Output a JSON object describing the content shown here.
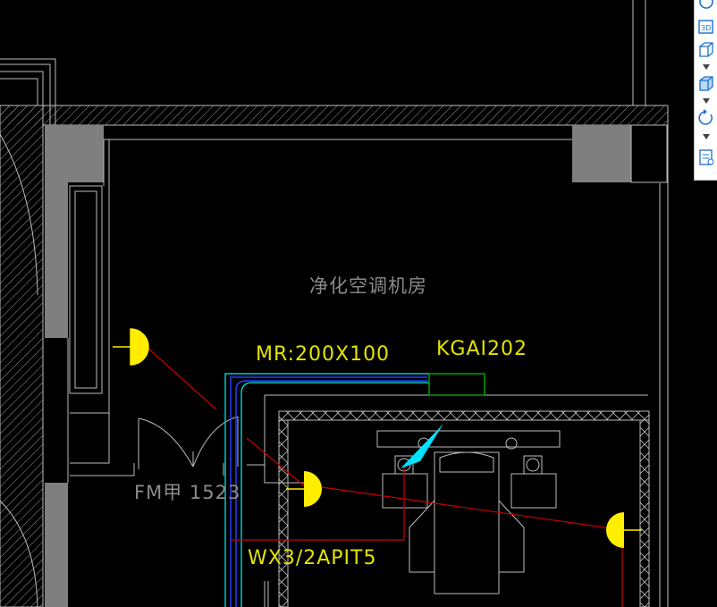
{
  "labels": {
    "room_name": "净化空调机房",
    "duct_tag": "MR:200X100",
    "kg_tag": "KGAI202",
    "door_tag": "FM甲 1523",
    "cable_tag": "WX3/2APIT5"
  },
  "toolbar": {
    "items": [
      "orbit-icon",
      "3d-view-icon",
      "cube-view-icon",
      "solid-cube-icon",
      "rotate-icon",
      "properties-icon"
    ],
    "threed_text": "3D"
  },
  "colors": {
    "background": "#000000",
    "wall": "#bcbcbc",
    "wall_fill": "#7f7f7f",
    "fixture": "#ffee00",
    "wire": "#cc0000",
    "duct_cyan": "#00c8c8",
    "duct_blue": "#2a3cff",
    "tray_green": "#00a000"
  }
}
